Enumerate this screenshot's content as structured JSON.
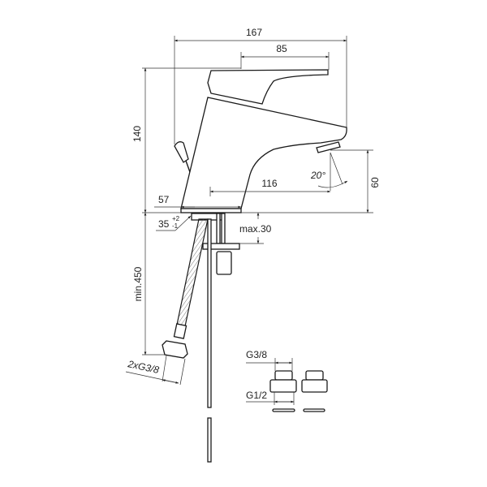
{
  "dimensions": {
    "overall_length": "167",
    "handle_length": "85",
    "overall_height": "140",
    "spout_reach": "116",
    "spout_height": "60",
    "base_diameter": "57",
    "hole_diameter": "35",
    "hole_tol_plus": "+2",
    "hole_tol_minus": "-1",
    "max_counter_thickness": "max.30",
    "min_hose_length": "min.450",
    "hose_thread": "2xG3/8",
    "spout_angle": "20°",
    "adapter_top_thread": "G3/8",
    "adapter_bottom_thread": "G1/2"
  }
}
